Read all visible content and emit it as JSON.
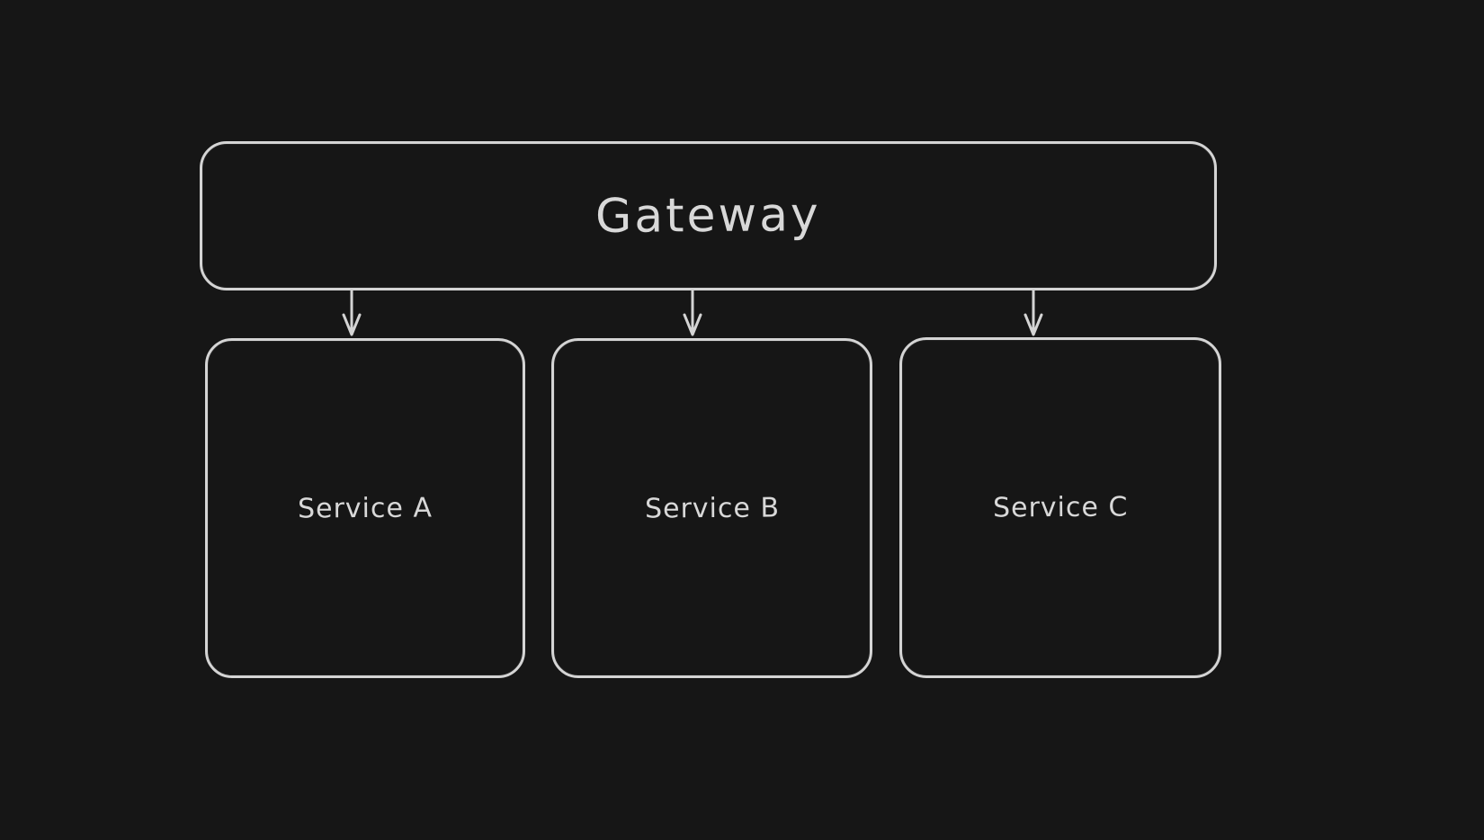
{
  "colors": {
    "background": "#161616",
    "stroke": "#d4d4d4",
    "text": "#d8d8d8"
  },
  "diagram": {
    "gateway": {
      "label": "Gateway"
    },
    "services": [
      {
        "label": "Service A"
      },
      {
        "label": "Service B"
      },
      {
        "label": "Service C"
      }
    ],
    "connections": [
      {
        "from": "Gateway",
        "to": "Service A"
      },
      {
        "from": "Gateway",
        "to": "Service B"
      },
      {
        "from": "Gateway",
        "to": "Service C"
      }
    ]
  }
}
